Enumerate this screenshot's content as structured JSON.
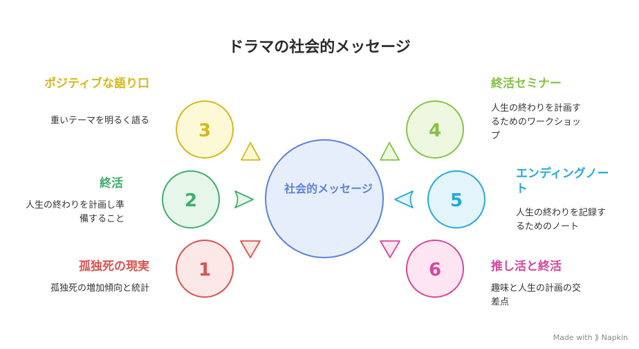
{
  "title": "ドラマの社会的メッセージ",
  "center": {
    "label": "社会的メッセージ"
  },
  "items": [
    {
      "number": "1",
      "heading": "孤独死の現実",
      "description": "孤独死の増加傾向と統計",
      "color": "#d9534f",
      "fill": "#fde8e8"
    },
    {
      "number": "2",
      "heading": "終活",
      "description": "人生の終わりを計画し準備すること",
      "color": "#3fae6a",
      "fill": "#e6f7ea"
    },
    {
      "number": "3",
      "heading": "ポジティブな語り口",
      "description": "重いテーマを明るく語る",
      "color": "#d4b81c",
      "fill": "#fdf8d6"
    },
    {
      "number": "4",
      "heading": "終活セミナー",
      "description": "人生の終わりを計画するためのワークショップ",
      "color": "#86c244",
      "fill": "#eef8e0"
    },
    {
      "number": "5",
      "heading": "エンディングノート",
      "description": "人生の終わりを記録するためのノート",
      "color": "#25a9d9",
      "fill": "#e3f5fb"
    },
    {
      "number": "6",
      "heading": "推し活と終活",
      "description": "趣味と人生の計画の交差点",
      "color": "#d6479a",
      "fill": "#fde6f2"
    }
  ],
  "watermark": "Made with ⟫ Napkin"
}
